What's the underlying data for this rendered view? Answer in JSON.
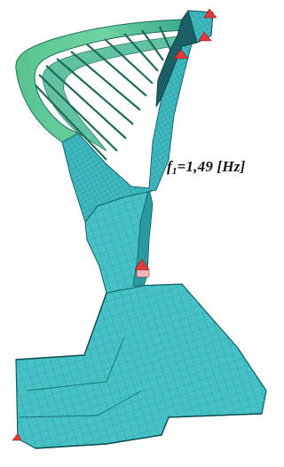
{
  "figure": {
    "frequency_label": {
      "symbol": "f",
      "subscript": "1",
      "text": "=1,49 [Hz]"
    },
    "colors": {
      "mesh_fill": "#43c0c4",
      "mesh_dark": "#1d7f86",
      "mesh_lines": "#0d5d63",
      "ribbon_green": "#58c793",
      "support_red": "#e33a3a"
    },
    "supports": [
      "support-triangle",
      "support-triangle",
      "support-triangle",
      "support-triangle"
    ]
  }
}
